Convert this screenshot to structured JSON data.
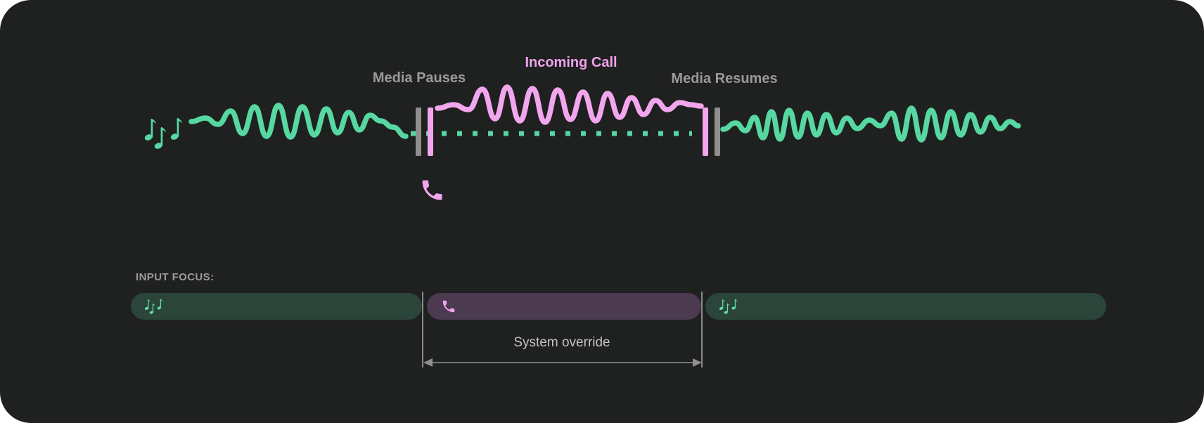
{
  "diagram": {
    "labels": {
      "media_pauses": "Media Pauses",
      "incoming_call": "Incoming Call",
      "media_resumes": "Media Resumes"
    },
    "colors": {
      "background": "#1f2020",
      "media_wave": "#57d7a1",
      "call_wave": "#f2a6ee",
      "marker_gray": "#8f8f8f",
      "marker_pink": "#f2a6ee",
      "label_gray": "#9a9a9a",
      "incoming_call_text": "#efa3eb"
    },
    "icons": {
      "media": "music-notes-icon",
      "call": "phone-icon"
    }
  },
  "input_focus": {
    "label": "INPUT FOCUS:",
    "segments": [
      {
        "name": "media-before-call",
        "icon": "music-notes-icon",
        "color": "#2c453a",
        "icon_color": "#63dca6"
      },
      {
        "name": "incoming-call",
        "icon": "phone-icon",
        "color": "#4c3b50",
        "icon_color": "#f2a6ee"
      },
      {
        "name": "media-after-call",
        "icon": "music-notes-icon",
        "color": "#2c453a",
        "icon_color": "#63dca6"
      }
    ],
    "annotation": {
      "label": "System override"
    }
  }
}
